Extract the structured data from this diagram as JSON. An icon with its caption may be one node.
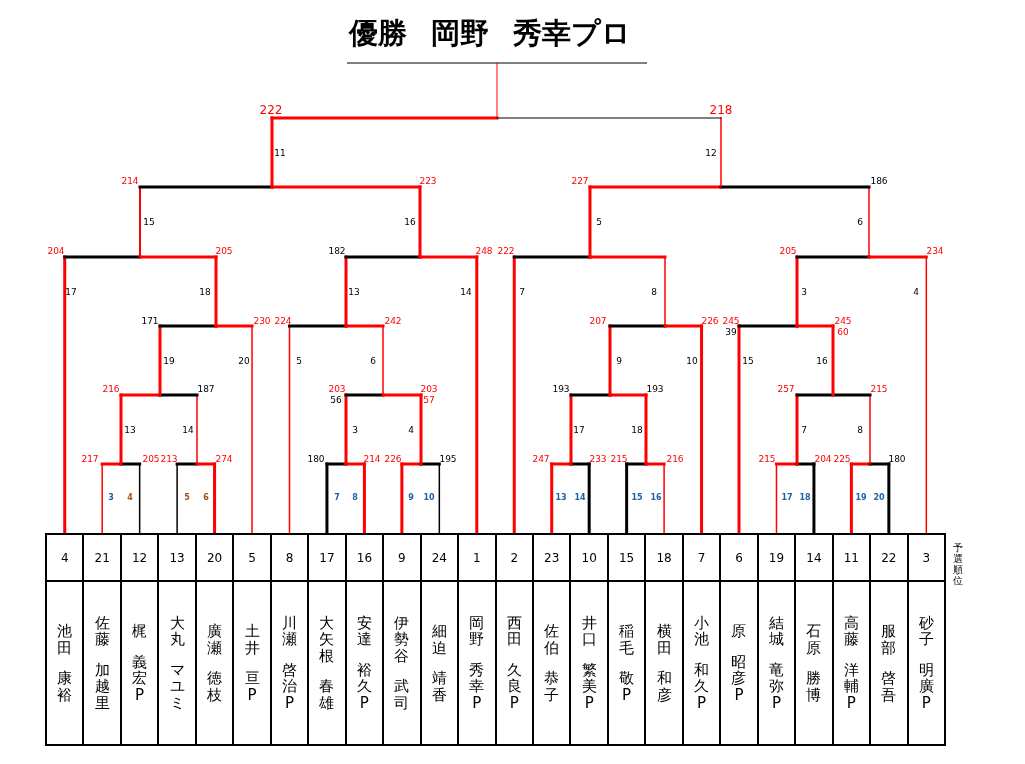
{
  "diagram": {
    "title": "優勝 岡野 秀幸プロ",
    "nodes": [
      {
        "text": [
          "4",
          "池田",
          "康裕"
        ]
      },
      {
        "text": [
          "21",
          "佐藤",
          "加越里"
        ]
      },
      {
        "text": [
          "12",
          "梶",
          "義宏P"
        ]
      },
      {
        "text": [
          "13",
          "大丸",
          "マユミ"
        ]
      },
      {
        "text": [
          "20",
          "廣瀬",
          "徳枝"
        ]
      },
      {
        "text": [
          "5",
          "土井",
          "亘P"
        ]
      },
      {
        "text": [
          "8",
          "川瀬",
          "啓治P"
        ]
      },
      {
        "text": [
          "17",
          "大矢根",
          "春雄"
        ]
      },
      {
        "text": [
          "16",
          "安達",
          "裕久P"
        ]
      },
      {
        "text": [
          "9",
          "伊勢谷",
          "武司"
        ]
      },
      {
        "text": [
          "24",
          "細迫",
          "靖香"
        ]
      },
      {
        "text": [
          "1",
          "岡野",
          "秀幸P"
        ]
      },
      {
        "text": [
          "2",
          "西田",
          "久良P"
        ]
      },
      {
        "text": [
          "23",
          "佐伯",
          "恭子"
        ]
      },
      {
        "text": [
          "10",
          "井口",
          "繁美P"
        ]
      },
      {
        "text": [
          "15",
          "稲毛",
          "敬P"
        ]
      },
      {
        "text": [
          "18",
          "横田",
          "和彦"
        ]
      },
      {
        "text": [
          "7",
          "小池",
          "和久P"
        ]
      },
      {
        "text": [
          "6",
          "原",
          "昭彦P"
        ]
      },
      {
        "text": [
          "19",
          "結城",
          "竜弥P"
        ]
      },
      {
        "text": [
          "14",
          "石原",
          "勝博"
        ]
      },
      {
        "text": [
          "11",
          "高藤",
          "洋輔P"
        ]
      },
      {
        "text": [
          "22",
          "服部",
          "啓吾"
        ]
      },
      {
        "text": [
          "3",
          "砂子",
          "明廣P"
        ]
      }
    ],
    "labels": [
      "222",
      "218",
      "11",
      "12",
      "214",
      "223",
      "227",
      "186",
      "15",
      "16",
      "5",
      "6",
      "204",
      "205",
      "182",
      "248",
      "222",
      "205",
      "234",
      "17",
      "18",
      "13",
      "14",
      "7",
      "8",
      "3",
      "4",
      "171",
      "230",
      "224",
      "242",
      "207",
      "226",
      "245",
      "245",
      "39",
      "60",
      "19",
      "20",
      "5",
      "6",
      "9",
      "10",
      "15",
      "16",
      "216",
      "187",
      "203",
      "203",
      "193",
      "193",
      "257",
      "215",
      "56",
      "57",
      "13",
      "14",
      "3",
      "4",
      "17",
      "18",
      "7",
      "8",
      "217",
      "205",
      "213",
      "274",
      "180",
      "214",
      "226",
      "195",
      "247",
      "233",
      "215",
      "216",
      "215",
      "204",
      "225",
      "180",
      "3",
      "4",
      "5",
      "6",
      "7",
      "8",
      "9",
      "10",
      "13",
      "14",
      "15",
      "16",
      "17",
      "18",
      "19",
      "20",
      "予選順位"
    ]
  }
}
